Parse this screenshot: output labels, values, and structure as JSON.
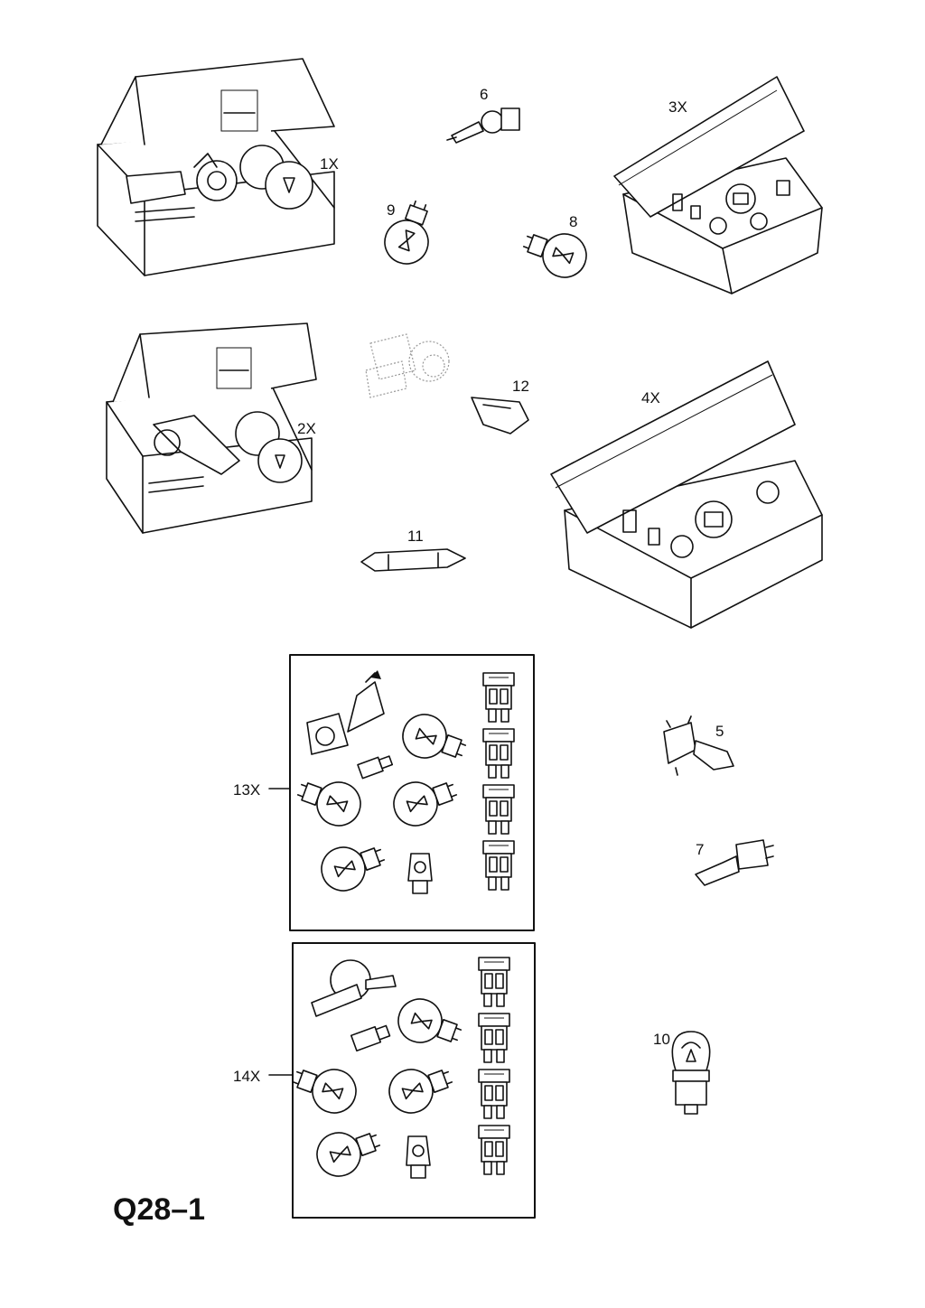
{
  "labels": {
    "p1": "1X",
    "p2": "2X",
    "p3": "3X",
    "p4": "4X",
    "p5": "5",
    "p6": "6",
    "p7": "7",
    "p8": "8",
    "p9": "9",
    "p10": "10",
    "p11": "11",
    "p12": "12",
    "p13": "13X",
    "p14": "14X"
  },
  "page_code": "Q28–1",
  "icons": [
    "bulb-kit-box-icon",
    "headlamp-bulb-icon",
    "festoon-bulb-icon",
    "wedge-bulb-icon",
    "blade-fuse-icon",
    "bayonet-bulb-icon"
  ]
}
